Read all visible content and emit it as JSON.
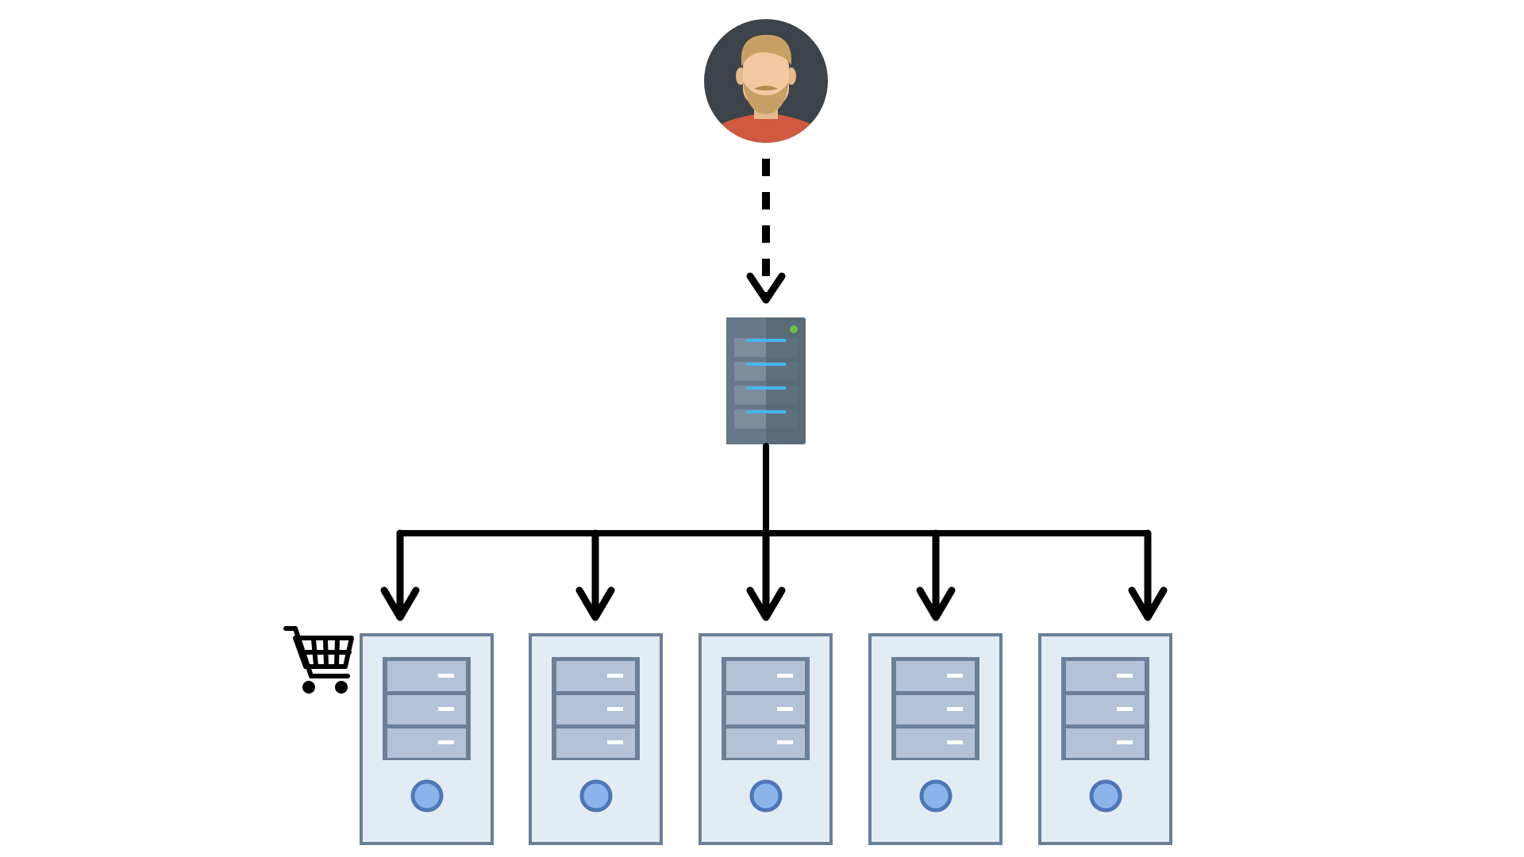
{
  "diagram": {
    "nodes": {
      "user": {
        "icon": "user-avatar-icon",
        "skin": "#f2c9a0",
        "hair": "#c9a063",
        "shirt": "#cf5a3f",
        "background": "#3d434a"
      },
      "load_balancer": {
        "icon": "rack-server-icon",
        "body": "#5a6b78",
        "led": "#6cc04a",
        "accent": "#45b6f0"
      },
      "backends": [
        {
          "icon": "tower-server-icon",
          "badge": "shopping-cart-icon"
        },
        {
          "icon": "tower-server-icon"
        },
        {
          "icon": "tower-server-icon"
        },
        {
          "icon": "tower-server-icon"
        },
        {
          "icon": "tower-server-icon"
        }
      ]
    },
    "edges": [
      {
        "from": "user",
        "to": "load_balancer",
        "style": "dashed"
      },
      {
        "from": "load_balancer",
        "to": "backends",
        "style": "solid",
        "fan_out": 5
      }
    ],
    "colors": {
      "line": "#000000",
      "tower_fill": "#e3ecf3",
      "tower_stroke": "#6b7f98",
      "drive_fill": "#b3c2d6",
      "button_fill": "#8bb4ea",
      "button_stroke": "#4d77b8"
    }
  }
}
